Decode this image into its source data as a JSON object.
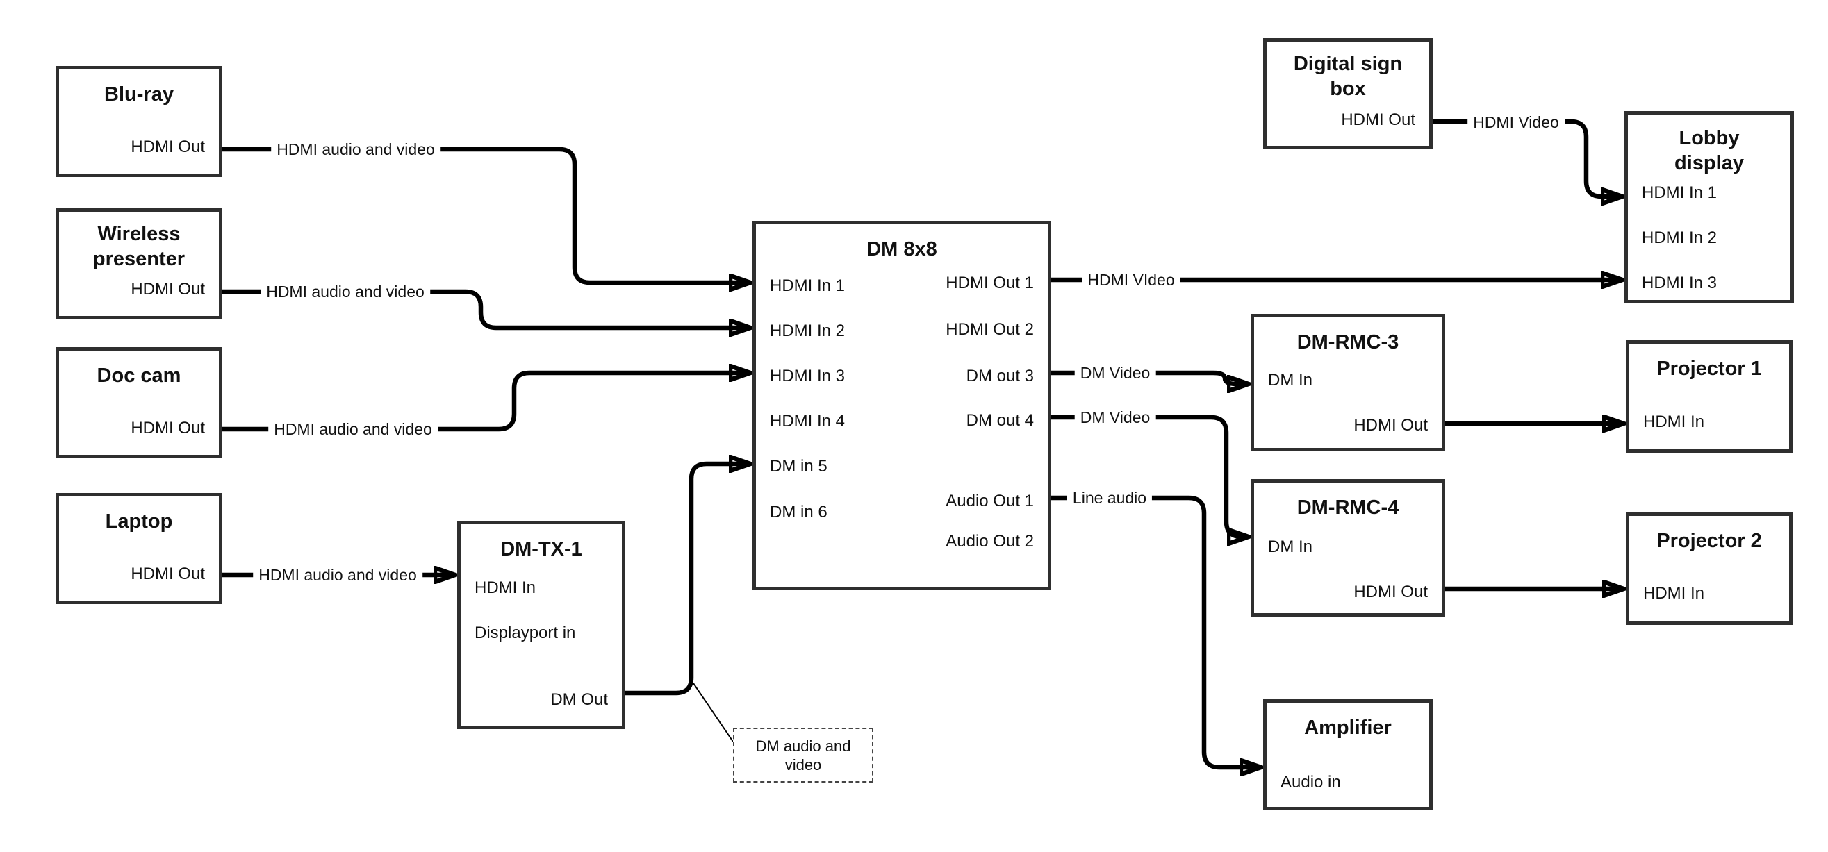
{
  "nodes": {
    "blu_ray": {
      "title": "Blu-ray",
      "port_hdmi_out": "HDMI Out"
    },
    "wireless": {
      "title": "Wireless\npresenter",
      "port_hdmi_out": "HDMI Out"
    },
    "doc_cam": {
      "title": "Doc cam",
      "port_hdmi_out": "HDMI Out"
    },
    "laptop": {
      "title": "Laptop",
      "port_hdmi_out": "HDMI Out"
    },
    "dm_tx_1": {
      "title": "DM-TX-1",
      "port_hdmi_in": "HDMI In",
      "port_displayport_in": "Displayport in",
      "port_dm_out": "DM Out"
    },
    "dm_8x8": {
      "title": "DM 8x8",
      "inputs": [
        "HDMI In 1",
        "HDMI In 2",
        "HDMI In 3",
        "HDMI In 4",
        "DM in 5",
        "DM in 6"
      ],
      "outputs": [
        "HDMI Out 1",
        "HDMI Out 2",
        "DM out 3",
        "DM out 4",
        "Audio Out 1",
        "Audio Out 2"
      ]
    },
    "digital_sign": {
      "title": "Digital sign\nbox",
      "port_hdmi_out": "HDMI Out"
    },
    "lobby_display": {
      "title": "Lobby\ndisplay",
      "inputs": [
        "HDMI In 1",
        "HDMI In 2",
        "HDMI In 3"
      ]
    },
    "dm_rmc_3": {
      "title": "DM-RMC-3",
      "port_dm_in": "DM In",
      "port_hdmi_out": "HDMI Out"
    },
    "dm_rmc_4": {
      "title": "DM-RMC-4",
      "port_dm_in": "DM In",
      "port_hdmi_out": "HDMI Out"
    },
    "projector_1": {
      "title": "Projector 1",
      "port_hdmi_in": "HDMI In"
    },
    "projector_2": {
      "title": "Projector 2",
      "port_hdmi_in": "HDMI In"
    },
    "amplifier": {
      "title": "Amplifier",
      "port_audio_in": "Audio in"
    }
  },
  "edge_labels": {
    "blu_ray_to_dm8x8": "HDMI audio and video",
    "wireless_to_dm8x8": "HDMI audio and video",
    "doc_cam_to_dm8x8": "HDMI audio and video",
    "laptop_to_dmtx1": "HDMI audio and video",
    "dm8x8_to_lobby": "HDMI VIdeo",
    "dm8x8_to_rmc3": "DM Video",
    "dm8x8_to_rmc4": "DM Video",
    "dm8x8_to_amplifier": "Line audio",
    "digital_sign_to_lobby": "HDMI Video"
  },
  "note": {
    "text": "DM audio and\nvideo"
  },
  "colors": {
    "background": "#ffffff",
    "line": "#000000",
    "box_border": "#2f2f2f",
    "text": "#111111"
  }
}
